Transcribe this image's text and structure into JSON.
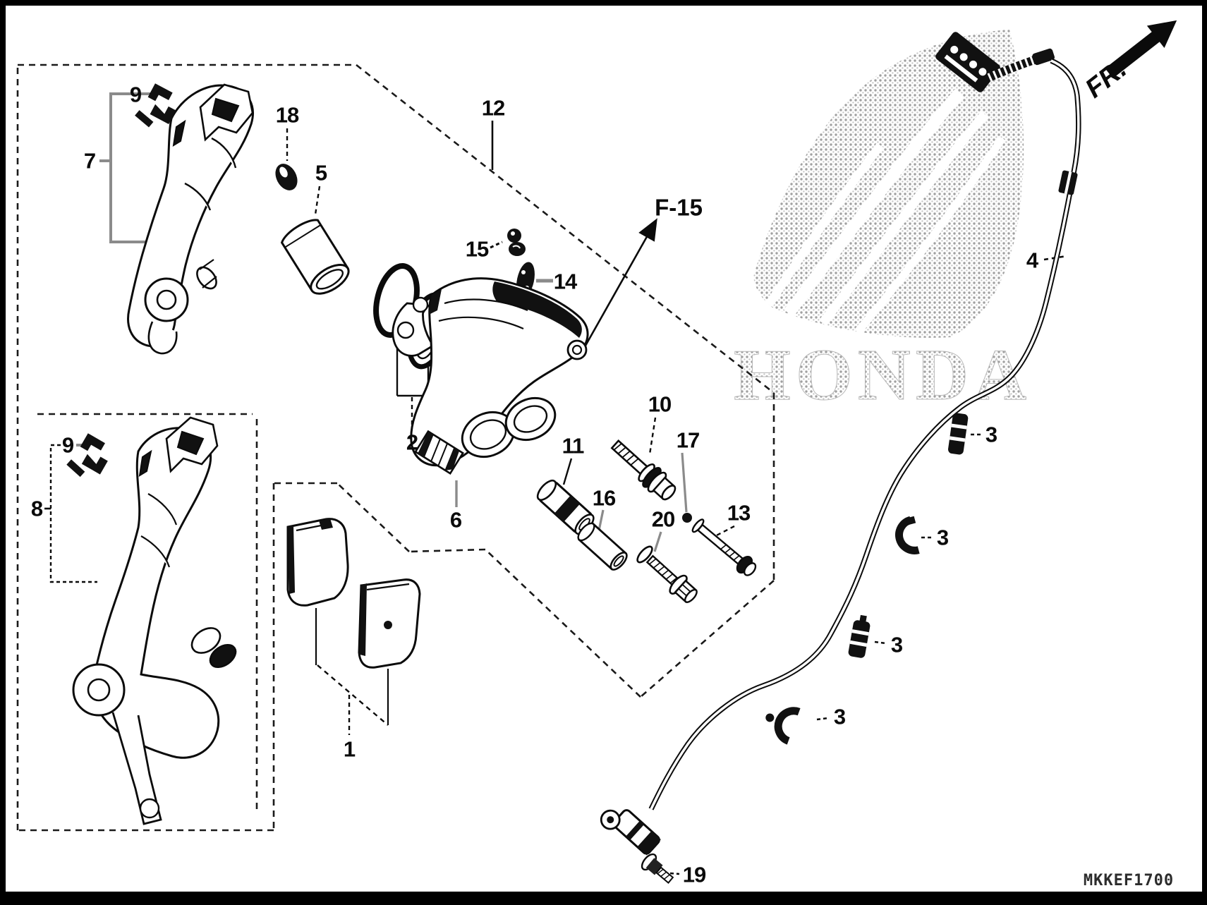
{
  "diagram": {
    "code": "MKKEF1700",
    "section_ref": "F-15",
    "direction_label": "FR.",
    "watermark_text": "HONDA"
  },
  "icons": {
    "fr_arrow": "direction-arrow-up-right",
    "watermark": "honda-wing-logo"
  },
  "callouts": {
    "n1": "1",
    "n2": "2",
    "n3": "3",
    "n4": "4",
    "n5": "5",
    "n6": "6",
    "n7": "7",
    "n8": "8",
    "n9": "9",
    "n10": "10",
    "n11": "11",
    "n12": "12",
    "n13": "13",
    "n14": "14",
    "n15": "15",
    "n16": "16",
    "n17": "17",
    "n18": "18",
    "n19": "19",
    "n20": "20"
  }
}
